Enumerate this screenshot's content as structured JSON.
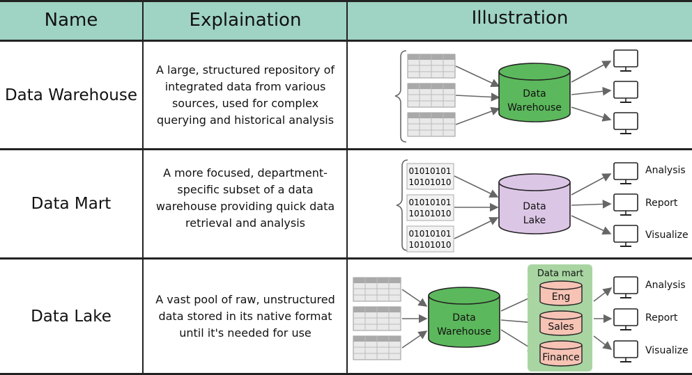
{
  "header": {
    "name": "Name",
    "explanation": "Explaination",
    "illustration": "Illustration"
  },
  "rows": [
    {
      "name": "Data Warehouse",
      "explanation": "A large, structured repository of integrated data from various sources, used for complex querying and historical analysis",
      "center_label": [
        "Data",
        "Warehouse"
      ]
    },
    {
      "name": "Data Mart",
      "explanation": "A more focused, department-specific subset of a data warehouse providing quick data retrieval and analysis",
      "binary": [
        "01010101",
        "10101010"
      ],
      "center_label": [
        "Data",
        "Lake"
      ],
      "outputs": [
        "Analysis",
        "Report",
        "Visualize"
      ]
    },
    {
      "name": "Data Lake",
      "explanation": "A vast pool of raw, unstructured data stored in its native format until it's needed for use",
      "center_label": [
        "Data",
        "Warehouse"
      ],
      "mart_title": "Data mart",
      "marts": [
        "Eng",
        "Sales",
        "Finance"
      ],
      "outputs": [
        "Analysis",
        "Report",
        "Visualize"
      ]
    }
  ],
  "colors": {
    "header_bg": "#9fd3c4",
    "warehouse": "#5cb85c",
    "lake": "#dcc6e6",
    "mart_panel": "#a8d5a2",
    "mart_cyl": "#f6c3b5"
  }
}
